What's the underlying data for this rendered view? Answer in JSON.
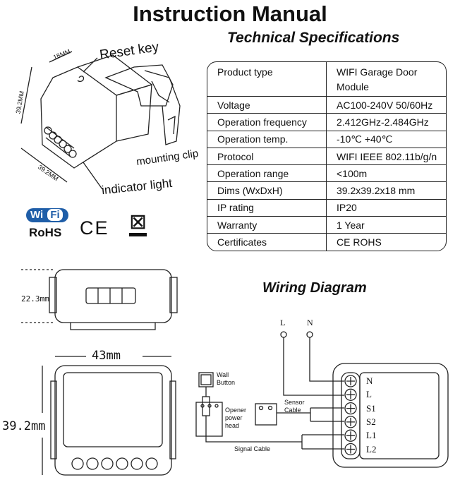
{
  "title": "Instruction Manual",
  "specs": {
    "title": "Technical Specifications",
    "rows": [
      {
        "label": "Product type",
        "value": "WIFI Garage Door Module"
      },
      {
        "label": "Voltage",
        "value": "AC100-240V 50/60Hz"
      },
      {
        "label": "Operation frequency",
        "value": "2.412GHz-2.484GHz"
      },
      {
        "label": "Operation temp.",
        "value": "-10℃ +40℃"
      },
      {
        "label": "Protocol",
        "value": "WIFI IEEE 802.11b/g/n"
      },
      {
        "label": "Operation range",
        "value": "<100m"
      },
      {
        "label": "Dims (WxDxH)",
        "value": "39.2x39.2x18 mm"
      },
      {
        "label": "IP rating",
        "value": "IP20"
      },
      {
        "label": "Warranty",
        "value": "1 Year"
      },
      {
        "label": "Certificates",
        "value": "CE ROHS"
      }
    ]
  },
  "device": {
    "reset_key": "Reset key",
    "mounting_clip": "mounting clip",
    "indicator_light": "indicator light",
    "dim_depth": "18MM",
    "dim_height": "39.2MM",
    "dim_width": "39.2MM"
  },
  "logos": {
    "wifi_left": "Wi",
    "wifi_right": "Fi",
    "rohs": "RoHS",
    "ce": "CE"
  },
  "dimensions": {
    "side_height": "22.3mm",
    "width": "43mm",
    "height": "39.2mm"
  },
  "wiring": {
    "title": "Wiring Diagram",
    "line": "L",
    "neutral": "N",
    "wall_button": [
      "Wall",
      "Button"
    ],
    "opener": [
      "Opener",
      "power",
      "head"
    ],
    "sensor_cable": [
      "Sensor",
      "Cable"
    ],
    "signal_cable": "Signal Cable",
    "terminals": [
      "N",
      "L",
      "S1",
      "S2",
      "L1",
      "L2"
    ]
  }
}
